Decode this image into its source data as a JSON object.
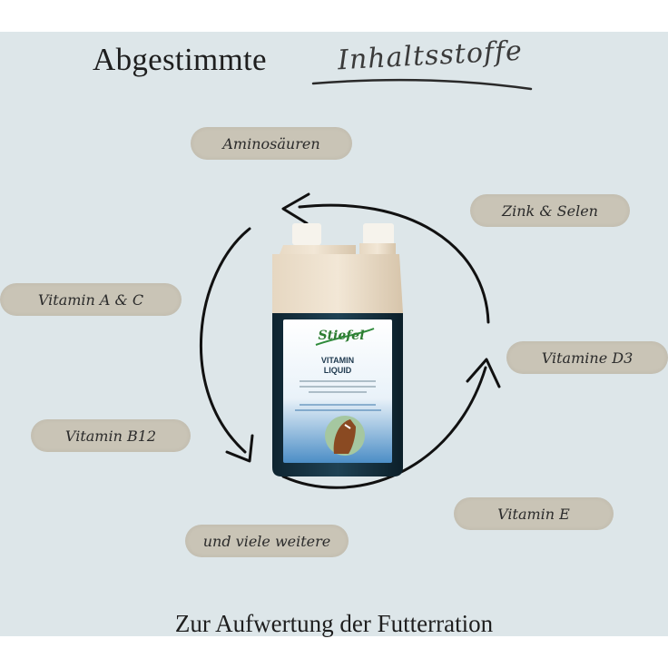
{
  "title": {
    "main": "Abgestimmte",
    "script": "Inhaltsstoffe"
  },
  "ingredients": [
    {
      "id": "aminosaeuren",
      "label": "Aminosäuren"
    },
    {
      "id": "zink-selen",
      "label": "Zink & Selen"
    },
    {
      "id": "vitamin-a-c",
      "label": "Vitamin A & C"
    },
    {
      "id": "vitamine-d3",
      "label": "Vitamine D3"
    },
    {
      "id": "vitamin-b12",
      "label": "Vitamin B12"
    },
    {
      "id": "vitamin-e",
      "label": "Vitamin E"
    },
    {
      "id": "viele-weitere",
      "label": "und viele weitere"
    }
  ],
  "product": {
    "brand": "Stiefel",
    "name_line1": "VITAMIN",
    "name_line2": "LIQUID"
  },
  "footer": "Zur Aufwertung der Futterration",
  "colors": {
    "background": "#dde6e9",
    "pill": "#c9c4b6",
    "text": "#1e1e1e",
    "label_blue": "#2f78b5",
    "cap": "#f4f1ea",
    "bottle_dark": "#1e3a4a"
  }
}
